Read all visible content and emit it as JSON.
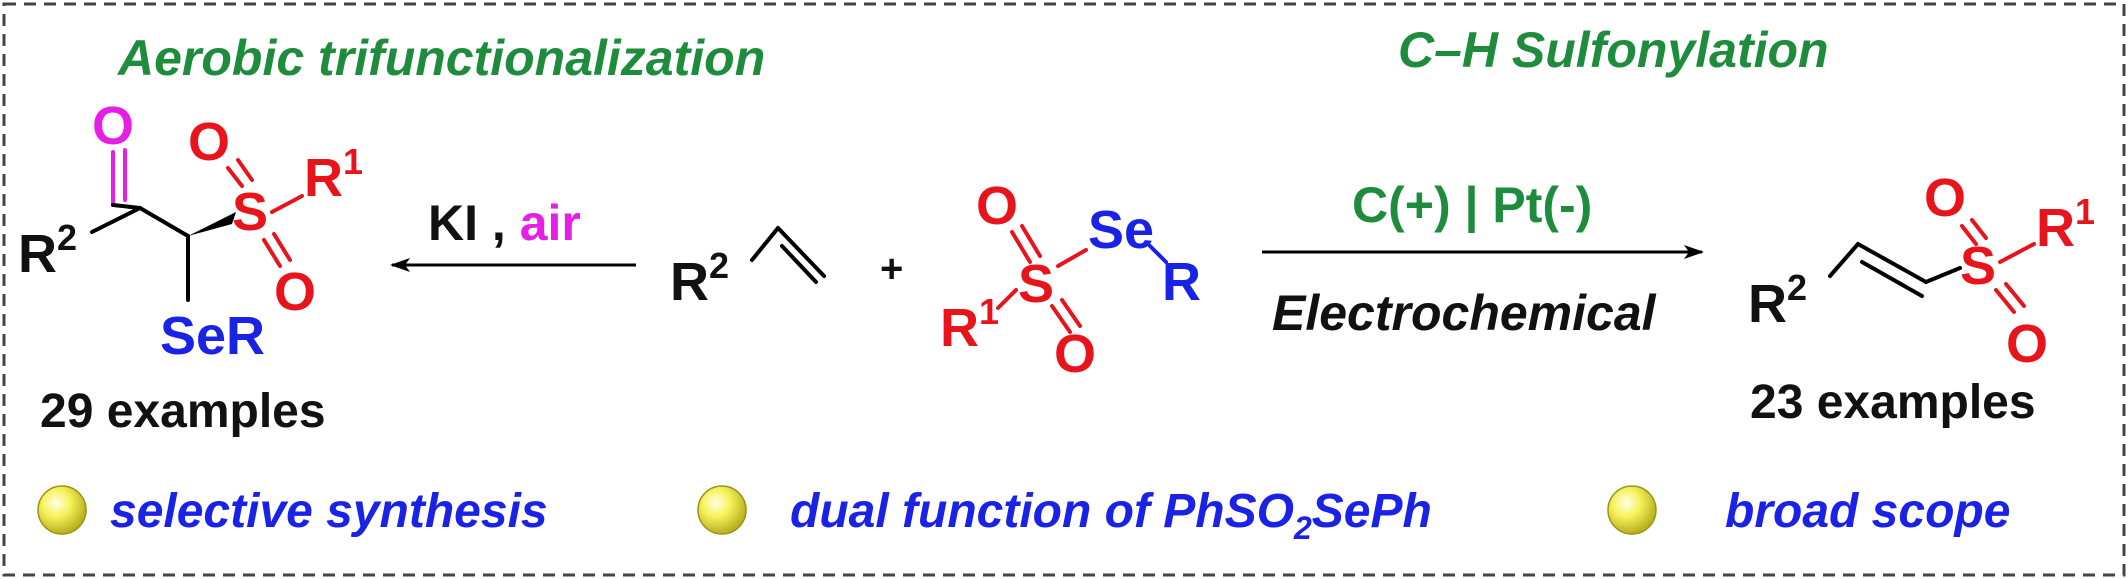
{
  "headings": {
    "left": "Aerobic trifunctionalization",
    "right": "C–H Sulfonylation"
  },
  "atoms": {
    "o": "O",
    "s": "S",
    "se": "Se",
    "ser": "SeR",
    "r": "R",
    "r1": "R",
    "r2": "R",
    "sup1": "1",
    "sup2": "2",
    "plus": "+"
  },
  "left_reaction": {
    "reagent": "KI",
    "separator": ",",
    "oxidant": "air",
    "examples": "29 examples"
  },
  "right_reaction": {
    "conditions": "C(+) | Pt(-)",
    "method": "Electrochemical",
    "examples": "23 examples"
  },
  "features": {
    "item1": "selective synthesis",
    "item2_prefix": "dual function of PhSO",
    "item2_sub": "2",
    "item2_suffix": "SePh",
    "item3": "broad scope"
  },
  "colors": {
    "heading": "#1e8c3c",
    "oxygen_sulfur": "#e8141c",
    "selenium": "#1a22e6",
    "carbonyl_oxygen": "#e61ee6",
    "feature_text": "#1a22e6",
    "bullet": "#f2ee3a"
  }
}
